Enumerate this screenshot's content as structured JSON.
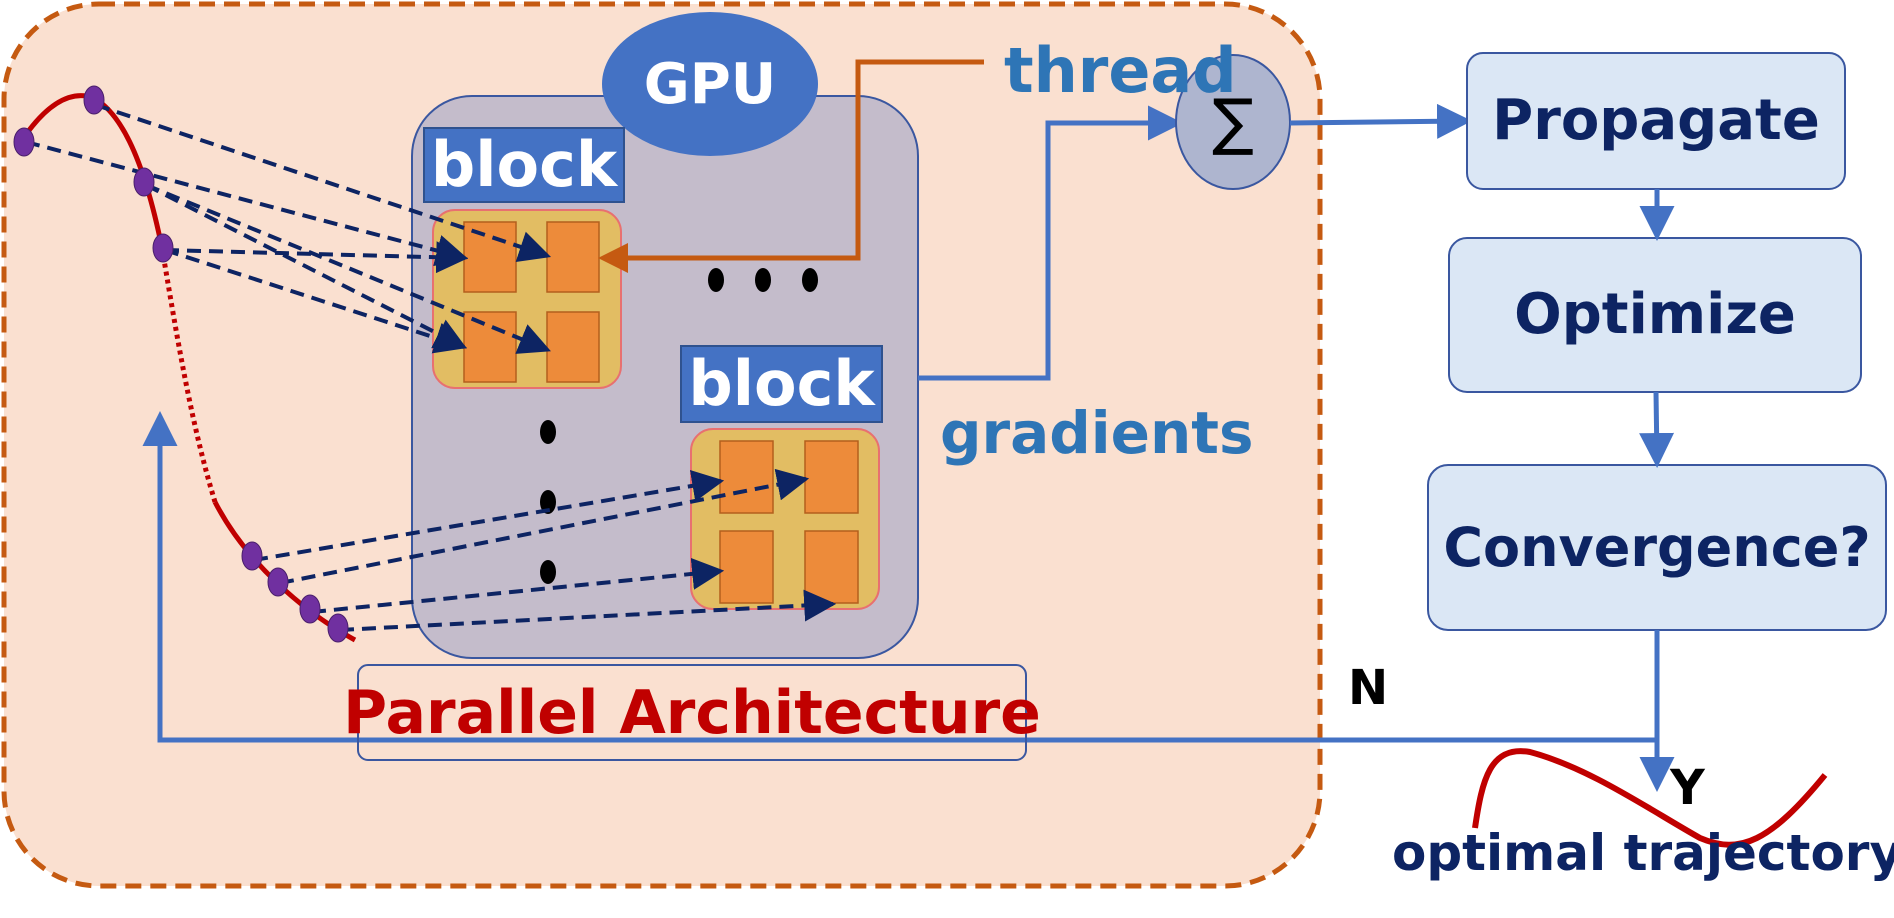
{
  "gpu": {
    "label": "GPU"
  },
  "blocks": [
    {
      "label": "block"
    },
    {
      "label": "block"
    }
  ],
  "thread_label": "thread",
  "gradients_label": "gradients",
  "sum_symbol": "∑",
  "architecture_label": "Parallel Architecture",
  "flow": {
    "propagate": "Propagate",
    "optimize": "Optimize",
    "convergence": "Convergence?",
    "no_label": "N",
    "yes_label": "Y"
  },
  "output_label": "optimal trajectory",
  "colors": {
    "region_fill": "#fae0d0",
    "region_border": "#c55a11",
    "gpu_fill": "#c4bccb",
    "block_header": "#4472c4",
    "thread_block_fill": "#e2bd63",
    "thread_fill": "#ed8b3a",
    "flow_box_fill": "#dbe7f5",
    "flow_text": "#0d2463",
    "arrow_blue": "#4472c4",
    "dashed_arrow": "#0d2463",
    "trajectory": "#c00000",
    "points": "#7030a0",
    "label_blue": "#2e75b6"
  }
}
